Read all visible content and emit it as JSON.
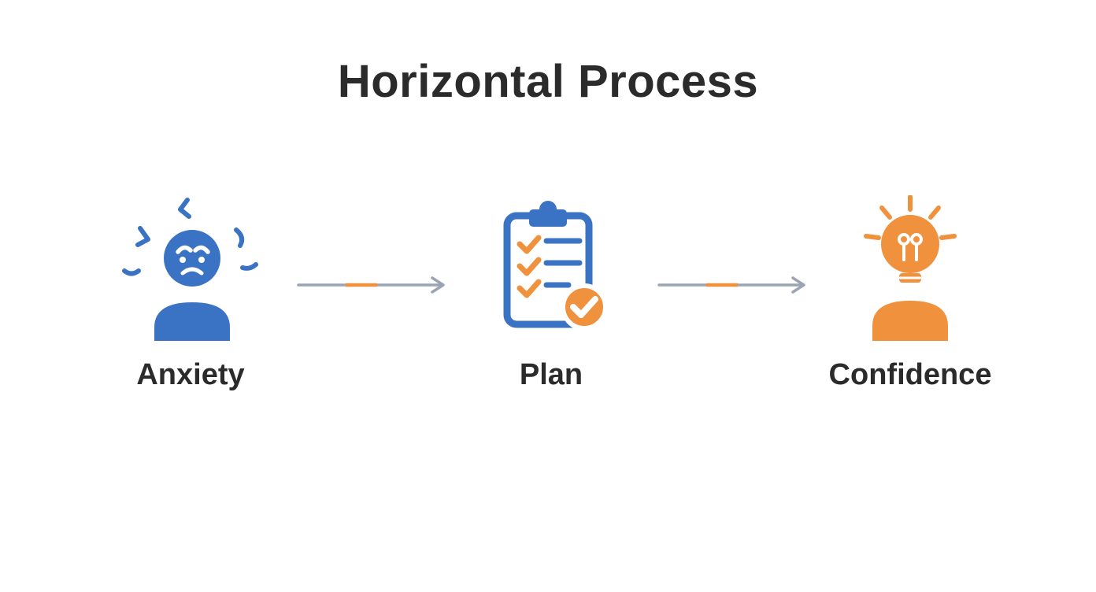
{
  "title": "Horizontal Process",
  "steps": [
    {
      "id": "anxiety",
      "label": "Anxiety",
      "icon": "anxious-person-icon",
      "color": "#3B73C4"
    },
    {
      "id": "plan",
      "label": "Plan",
      "icon": "clipboard-checklist-icon",
      "color": "#3B73C4"
    },
    {
      "id": "confidence",
      "label": "Confidence",
      "icon": "lightbulb-person-icon",
      "color": "#F0913E"
    }
  ],
  "connectors": [
    {
      "from": "Anxiety",
      "to": "Plan",
      "style": "gray line with orange segment and arrowhead"
    },
    {
      "from": "Plan",
      "to": "Confidence",
      "style": "gray line with orange segment and arrowhead"
    }
  ],
  "colors": {
    "blue": "#3B73C4",
    "orange": "#F0913E",
    "arrow_gray": "#9AA4B2",
    "text": "#2B2B2B",
    "background": "#FFFFFF"
  }
}
